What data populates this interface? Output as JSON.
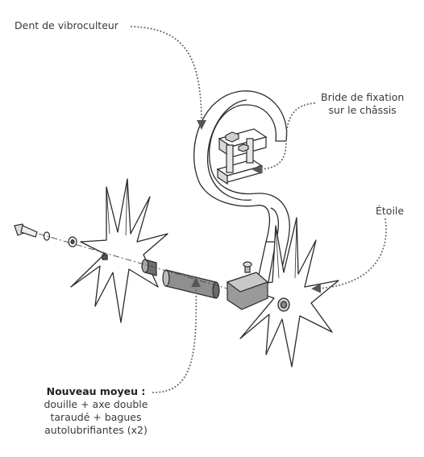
{
  "labels": {
    "dent": "Dent de vibroculteur",
    "bride_line1": "Bride de fixation",
    "bride_line2": "sur le châssis",
    "etoile": "Étoile",
    "moyeu_title": "Nouveau moyeu :",
    "moyeu_line1": "douille + axe double",
    "moyeu_line2": "taraudé + bagues",
    "moyeu_line3": "autolubrifiantes (x2)"
  },
  "colors": {
    "stroke": "#2b2b2b",
    "dots": "#666666",
    "shade": "#bdbdbd",
    "dark_shade": "#777777"
  }
}
